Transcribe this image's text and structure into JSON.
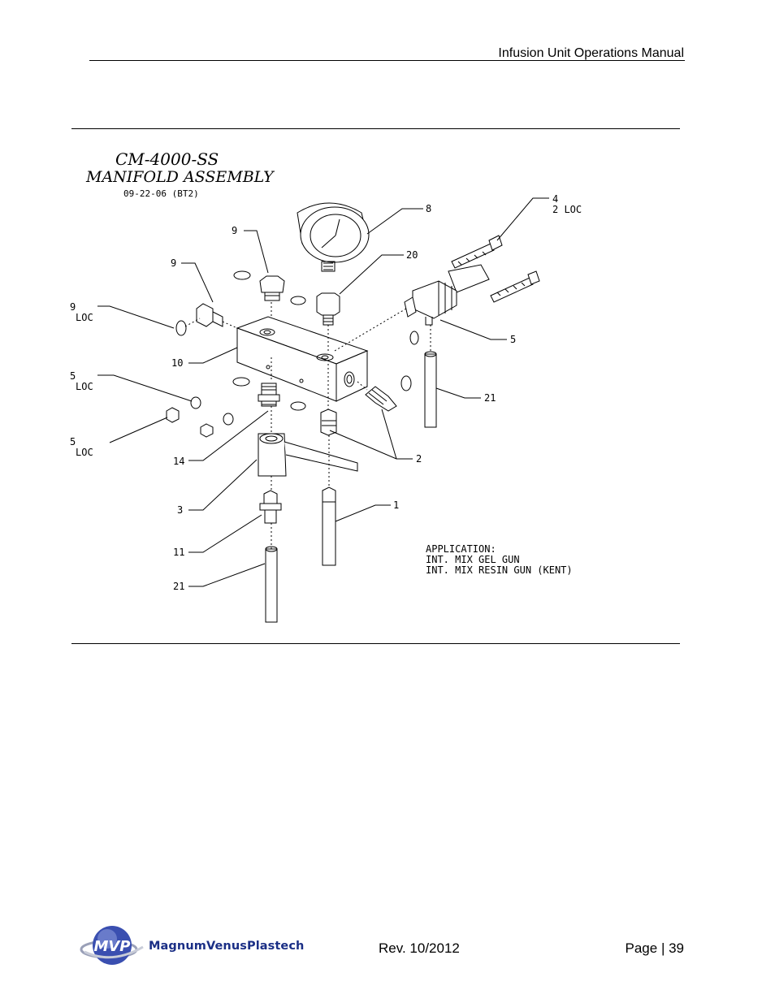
{
  "header": {
    "title": "Infusion Unit Operations Manual"
  },
  "drawing": {
    "title_line1": "CM-4000-SS",
    "title_line2": "MANIFOLD ASSEMBLY",
    "date_code": "09-22-06 (BT2)",
    "application_label": "APPLICATION:",
    "application_items": [
      "INT. MIX GEL GUN",
      "INT. MIX RESIN GUN (KENT)"
    ],
    "callouts": {
      "c1": "1",
      "c2": "2",
      "c3": "3",
      "c4": "4",
      "c4_qty": "2 LOC",
      "c5": "5",
      "c8": "8",
      "c9a": "9",
      "c9b": "9",
      "c10": "10",
      "c11": "11",
      "c14": "14",
      "c20": "20",
      "c21a": "21",
      "c21b": "21",
      "left9": "9",
      "left9_qty": "LOC",
      "left15": "5",
      "left15_qty": "LOC",
      "left16": "5",
      "left16_qty": "LOC"
    }
  },
  "footer": {
    "logo_mark": "MVP",
    "logo_text": "MagnumVenusPlastech",
    "revision": "Rev. 10/2012",
    "page": "Page | 39"
  }
}
